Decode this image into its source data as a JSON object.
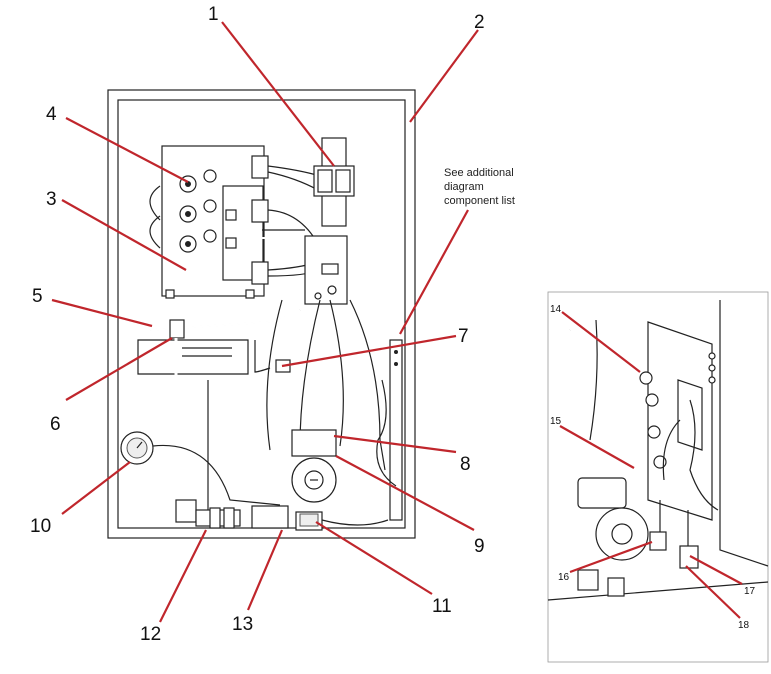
{
  "callouts_main": [
    "1",
    "2",
    "3",
    "4",
    "5",
    "6",
    "7",
    "8",
    "9",
    "10",
    "11",
    "12",
    "13"
  ],
  "callouts_inset": [
    "14",
    "15",
    "16",
    "17",
    "18"
  ],
  "note": {
    "line1": "See additional",
    "line2": "diagram",
    "line3": "component list"
  },
  "colors": {
    "leader": "#c0262c",
    "outline": "#222222",
    "background": "#ffffff"
  }
}
